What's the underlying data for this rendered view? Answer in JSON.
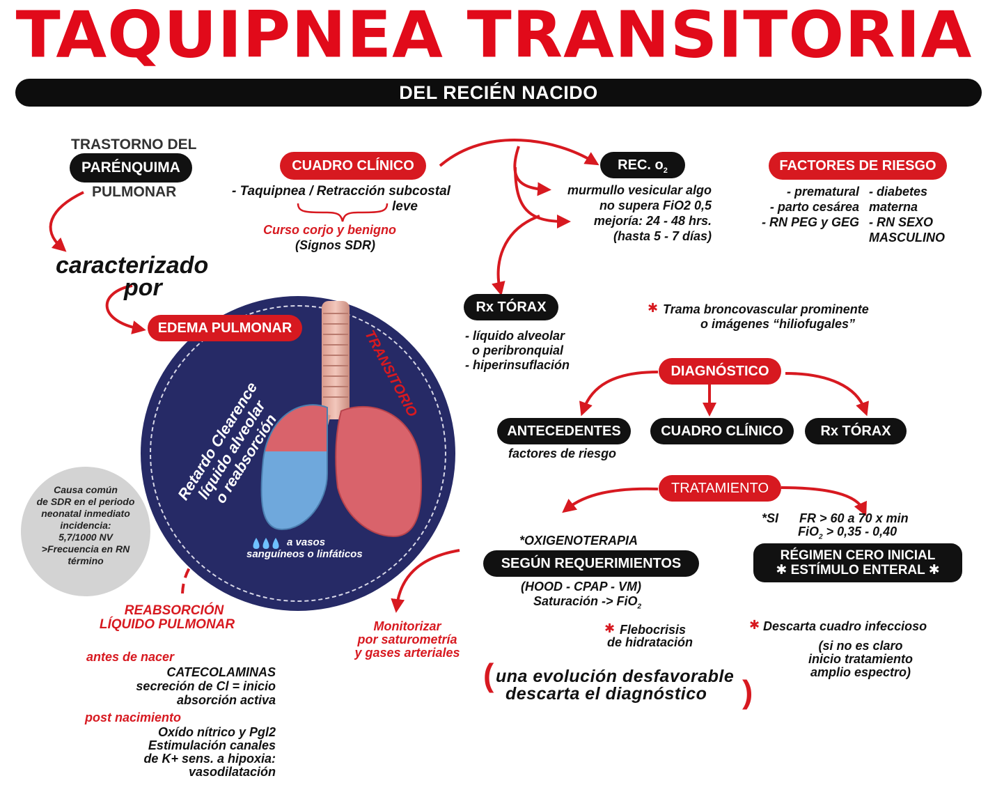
{
  "header": {
    "title": "TAQUIPNEA TRANSITORIA",
    "subtitle": "DEL RECIÉN NACIDO"
  },
  "trastorno": {
    "line1": "TRASTORNO DEL",
    "pill": "PARÉNQUIMA",
    "line3": "PULMONAR"
  },
  "caracterizado": {
    "line1": "caracterizado",
    "line2": "por"
  },
  "edema": "EDEMA PULMONAR",
  "circle": {
    "rotated_lines": [
      "Retardo Clearence",
      "líquido alveolar",
      "o reabsorción"
    ],
    "transitorio": "TRANSITORIO",
    "vasos_line1": "a vasos",
    "vasos_line2": "sanguíneos o linfáticos"
  },
  "gray_note": {
    "lines": [
      "Causa común",
      "de SDR en el periodo",
      "neonatal inmediato",
      "incidencia:",
      "5,7/1000 NV",
      ">Frecuencia en RN",
      "término"
    ]
  },
  "reabsorcion": {
    "title_line1": "REABSORCIÓN",
    "title_line2": "LÍQUIDO PULMONAR",
    "antes_label": "antes de nacer",
    "antes_lines": [
      "CATECOLAMINAS",
      "secreción de Cl = inicio",
      "absorción activa"
    ],
    "post_label": "post nacimiento",
    "post_lines": [
      "Oxído nítrico y Pgl2",
      "Estimulación canales",
      "de K+ sens. a hipoxia:",
      "vasodilatación"
    ]
  },
  "cuadro_clinico": {
    "pill": "CUADRO CLÍNICO",
    "line1": "- Taquipnea / Retracción subcostal",
    "line2": "leve",
    "curso": "Curso  corjo y benigno",
    "signos": "(Signos SDR)"
  },
  "rec_o2": {
    "pill_main": "REC. o",
    "pill_sub": "2",
    "lines": [
      "murmullo vesicular algo",
      "no supera FiO2 0,5",
      "mejoría: 24 - 48 hrs.",
      "(hasta 5 - 7 días)"
    ]
  },
  "factores": {
    "pill": "FACTORES DE RIESGO",
    "col1": [
      "- prematural",
      "- parto cesárea",
      "- RN PEG y GEG"
    ],
    "col2": [
      "- diabetes",
      "materna",
      "- RN SEXO",
      "MASCULINO"
    ]
  },
  "rx_torax_top": {
    "pill": "Rx TÓRAX",
    "lines": [
      "- líquido alveolar",
      "o peribronquial",
      "- hiperinsuflación"
    ]
  },
  "trama": {
    "asterisk": "✱",
    "line1": "Trama broncovascular prominente",
    "line2": "o imágenes “hiliofugales”"
  },
  "diagnostico": {
    "pill": "DIAGNÓSTICO",
    "antecedentes": "ANTECEDENTES",
    "antecedentes_sub": "factores de riesgo",
    "cuadro": "CUADRO CLÍNICO",
    "rx": "Rx TÓRAX"
  },
  "tratamiento": {
    "pill": "TRATAMIENTO",
    "oxigeno_label": "*OXIGENOTERAPIA",
    "oxigeno_pill": "SEGÚN REQUERIMIENTOS",
    "hood": "(HOOD - CPAP - VM)",
    "saturacion": "Saturación -> FiO",
    "saturacion_sub": "2",
    "si_label": "*SI",
    "si_line1": "FR > 60 a 70 x min",
    "si_line2_a": "FiO",
    "si_line2_sub": "2",
    "si_line2_b": " > 0,35 - 0,40",
    "regimen_line1": "RÉGIMEN CERO INICIAL",
    "regimen_line2": "✱ ESTÍMULO ENTERAL ✱"
  },
  "monitorizar": [
    "Monitorizar",
    "por saturometría",
    "y gases arteriales"
  ],
  "flebocrisis": {
    "asterisk": "✱",
    "line1": "Flebocrisis",
    "line2": "de hidratación"
  },
  "descarta": {
    "asterisk": "✱",
    "line1": "Descarta cuadro infeccioso",
    "lines": [
      "(si no es claro",
      "inicio tratamiento",
      "amplio espectro)"
    ]
  },
  "evolucion": {
    "open": "(",
    "line1": "una evolución desfavorable",
    "line2": "descarta el diagnóstico",
    "close": ")"
  },
  "colors": {
    "red": "#d71920",
    "navy": "#262a66",
    "black": "#111111",
    "gray": "#d3d3d3"
  }
}
